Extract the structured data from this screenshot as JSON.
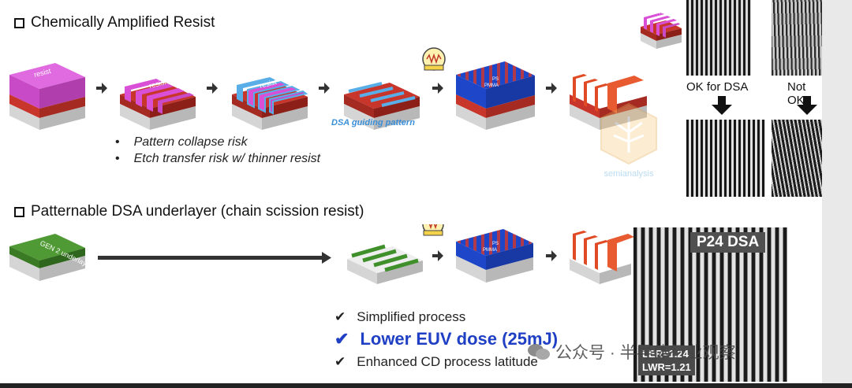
{
  "section1": {
    "heading": "Chemically Amplified Resist",
    "resist_label": "resist",
    "tag": "DSA guiding pattern",
    "bullets": [
      "Pattern collapse risk",
      "Etch transfer risk w/ thinner resist"
    ]
  },
  "section2": {
    "heading": "Patternable DSA underlayer (chain scission resist)",
    "underlayer_label": "GEN 2 underlayer",
    "checks": [
      "Simplified process",
      "Lower EUV dose (25mJ)",
      "Enhanced CD process latitude"
    ]
  },
  "block_labels": {
    "ps": "PS",
    "pmma": "PMMA"
  },
  "sem": {
    "ok_label": "OK for DSA",
    "notok_label": "Not OK",
    "p24_label": "P24 DSA",
    "ler": "LER=1.24",
    "lwr": "LWR=1.21"
  },
  "watermarks": {
    "logo_text": "semianalysis",
    "wechat_text": "公众号 · 半导体行业观察"
  },
  "colors": {
    "resist": "#d94fd6",
    "substrate": "#c9c9c9",
    "red_layer": "#c8352b",
    "pmma_blue": "#1e46c8",
    "ps_orange": "#e04a24",
    "underlayer_green": "#3f8f2a",
    "check_blue": "#1f3fc4"
  }
}
